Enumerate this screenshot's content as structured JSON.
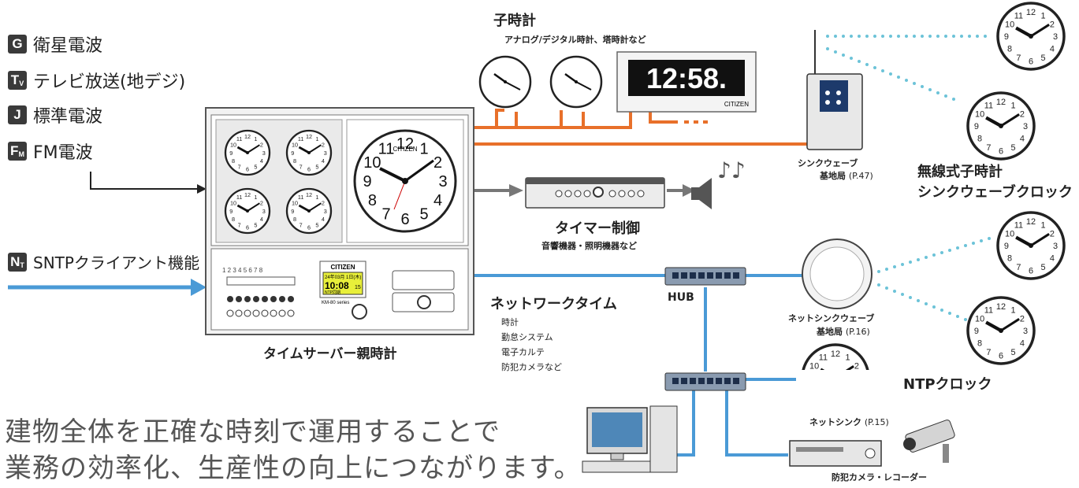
{
  "sources": [
    {
      "badge": "G",
      "sub": "",
      "label": "衛星電波"
    },
    {
      "badge": "T",
      "sub": "V",
      "label": "テレビ放送(地デジ)"
    },
    {
      "badge": "J",
      "sub": "",
      "label": "標準電波"
    },
    {
      "badge": "F",
      "sub": "M",
      "label": "FM電波"
    },
    {
      "badge": "N",
      "sub": "T",
      "label": "SNTPクライアント機能"
    }
  ],
  "master_clock": {
    "label": "タイムサーバー親時計",
    "brand": "CITIZEN",
    "lcd_line1": "24年03月 1日(木)",
    "lcd_time": "10:08",
    "lcd_sec": "15",
    "lcd_tag": "NTP同期",
    "model": "KM-80 series",
    "channels": "1 2 3 4 5 6 7 8"
  },
  "slave_clocks": {
    "title": "子時計",
    "subtitle": "アナログ/デジタル時計、塔時計など",
    "digital_time": "12:58.",
    "brand": "CITIZEN"
  },
  "timer": {
    "title": "タイマー制御",
    "subtitle": "音響機器・照明機器など"
  },
  "network": {
    "title": "ネットワークタイム",
    "items": [
      "時計",
      "勤怠システム",
      "電子カルテ",
      "防犯カメラなど"
    ],
    "hub_label": "HUB"
  },
  "sync_wave": {
    "station_line1": "シンクウェーブ",
    "station_line2": "基地局",
    "station_page": "(P.47)",
    "clock_line1": "無線式子時計",
    "clock_line2": "シンクウェーブクロック"
  },
  "net_sync_wave": {
    "station_line1": "ネットシンクウェーブ",
    "station_line2": "基地局",
    "station_page": "(P.16)",
    "clock_label": "NTPクロック"
  },
  "net_sync": {
    "label": "ネットシンク",
    "page": "(P.15)"
  },
  "camera": {
    "label": "防犯カメラ・レコーダー"
  },
  "slogan": {
    "line1": "建物全体を正確な時刻で運用することで",
    "line2": "業務の効率化、生産性の向上につながります。"
  },
  "colors": {
    "orange": "#e8702a",
    "blue": "#4a9ad6",
    "gray": "#707070",
    "badge": "#3a3a3a"
  }
}
